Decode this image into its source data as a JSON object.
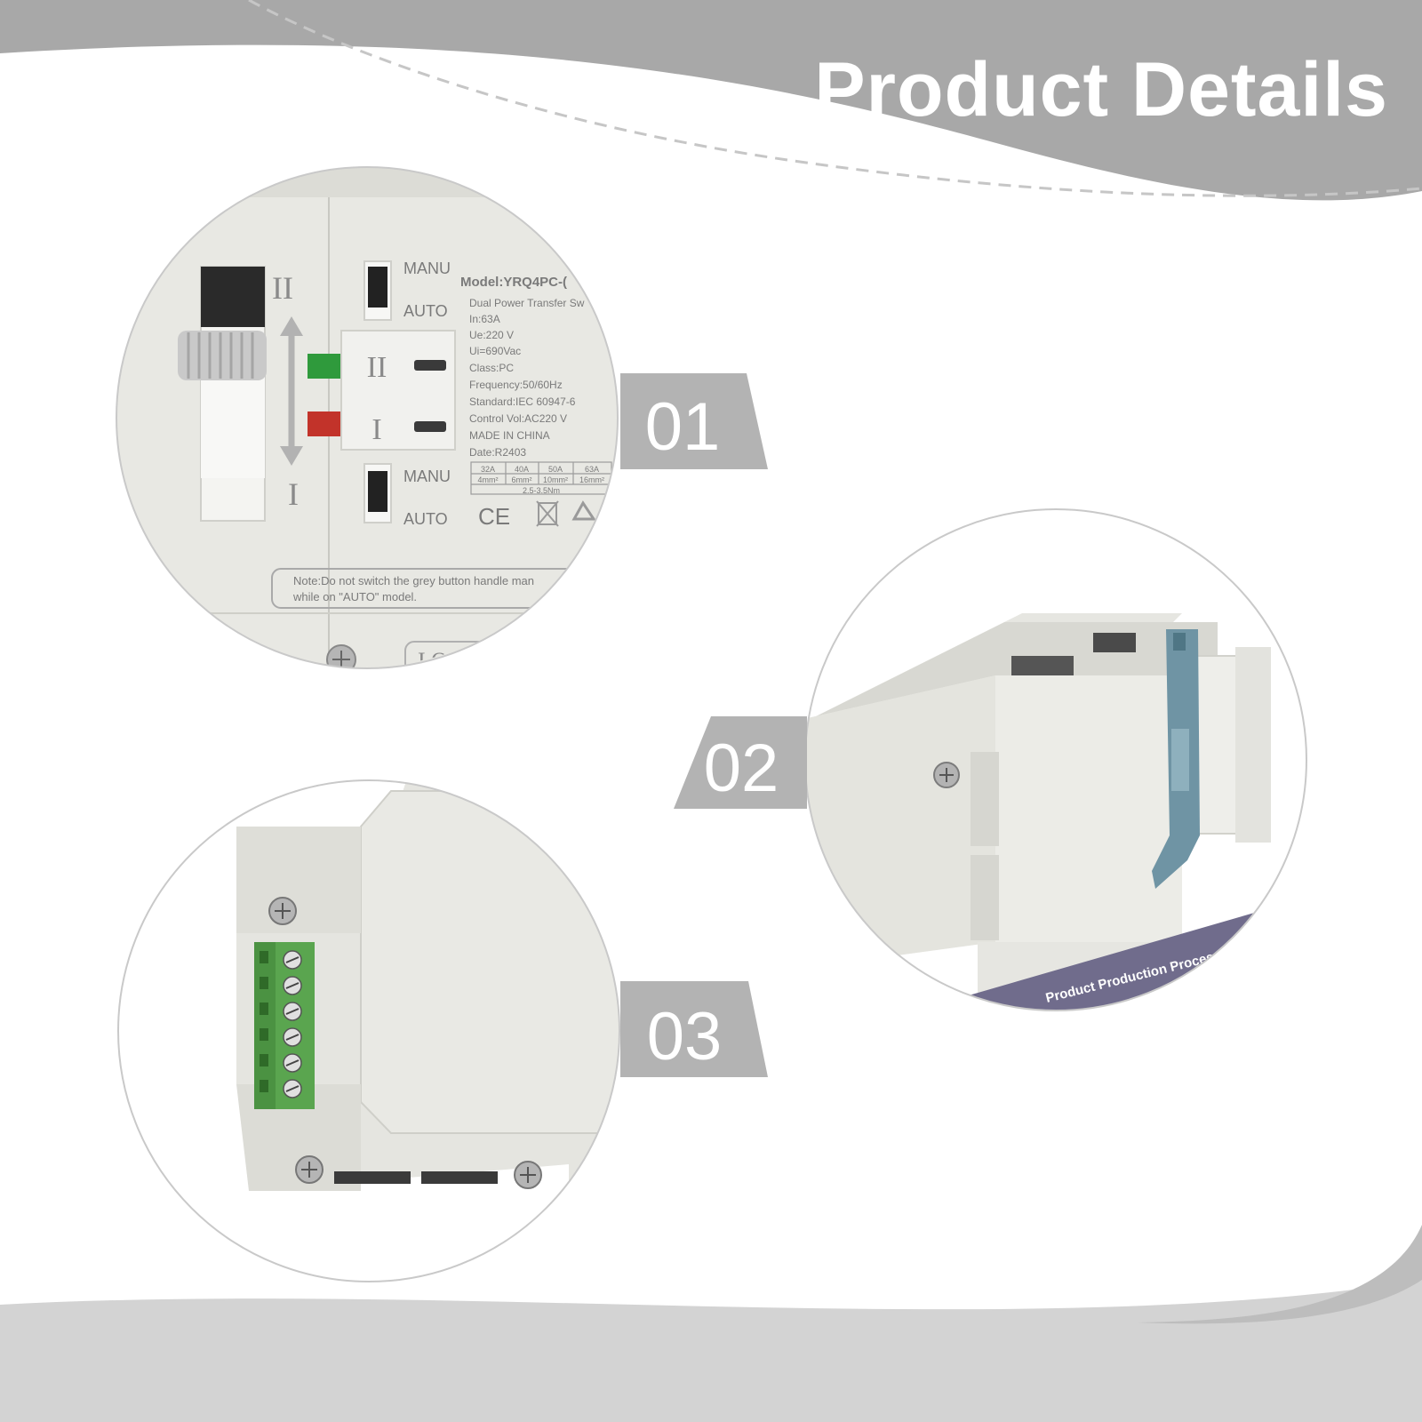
{
  "header": {
    "title": "Product Details"
  },
  "callouts": [
    {
      "number": "01"
    },
    {
      "number": "02"
    },
    {
      "number": "03"
    }
  ],
  "label_plate": {
    "manu_label": "MANU",
    "auto_label": "AUTO",
    "position_two": "II",
    "position_one": "I",
    "model": "Model:YRQ4PC-(",
    "lines": [
      "Dual Power Transfer Sw",
      "In:63A",
      "Ue:220 V",
      "Ui=690Vac",
      "Class:PC",
      "Frequency:50/60Hz",
      "Standard:IEC 60947-6",
      "Control Vol:AC220 V",
      "MADE IN CHINA",
      "Date:R2403"
    ],
    "rating_table": {
      "currents": [
        "32A",
        "40A",
        "50A",
        "63A"
      ],
      "wires": [
        "4mm²",
        "6mm²",
        "10mm²",
        "16mm²"
      ],
      "torque": "2.5-3.5Nm"
    },
    "marks": {
      "ce": "CE"
    },
    "note_line1": "Note:Do not switch the grey button handle man",
    "note_line2": "while on  \"AUTO\"  model.",
    "bottom_fragment": "I O"
  },
  "side_view": {
    "sticker_text": "Product Production Process"
  },
  "colors": {
    "band": "#a8a8a8",
    "bottom_band": "#d3d3d3",
    "dash": "#c4c4c4",
    "device": "#e9e9e4",
    "terminal": "#5aa54f",
    "clip": "#6f94a4",
    "sticker": "#706c8c",
    "indicator_green": "#2f9a3c",
    "indicator_red": "#c2332a"
  }
}
